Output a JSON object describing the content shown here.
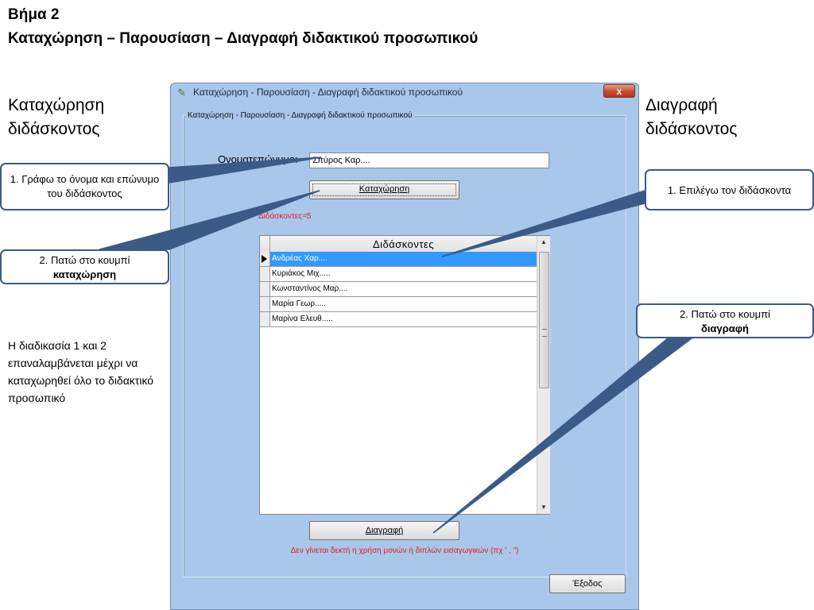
{
  "slide": {
    "heading_line1": "Βήμα 2",
    "heading_line2": "Καταχώρηση – Παρουσίαση – Διαγραφή διδακτικού προσωπικού",
    "left_title_line1": "Καταχώρηση",
    "left_title_line2": "διδάσκοντος",
    "right_title_line1": "Διαγραφή",
    "right_title_line2": "διδάσκοντος",
    "note": "Η διαδικασία 1 και 2 επαναλαμβάνεται μέχρι να καταχωρηθεί όλο το διδακτικό προσωπικό"
  },
  "callouts": {
    "left_step1": "1. Γράφω το όνομα και επώνυμο του διδάσκοντος",
    "left_step2_prefix": "2. Πατώ στο κουμπί",
    "left_step2_bold": "καταχώρηση",
    "right_step1": "1. Επιλέγω τον διδάσκοντα",
    "right_step2_prefix": "2. Πατώ στο κουμπί",
    "right_step2_bold": "διαγραφή"
  },
  "window": {
    "title": "Καταχώρηση - Παρουσίαση - Διαγραφή διδακτικού προσωπικού",
    "close_label": "x",
    "group_label": "Καταχώρηση - Παρουσίαση - Διαγραφή διδακτικού προσωπικού",
    "name_label": "Ονοματεπώνυμο:",
    "name_value": "Σπύρος Καρ....",
    "register_button": "Καταχώρηση",
    "count_label": "Διδάσκοντες=5",
    "grid_header": "Διδάσκοντες",
    "teachers": [
      "Ανδρέας Χαρ....",
      "Κυριάκος Μιχ.....",
      "Κωνσταντίνος Μαρ....",
      "Μαρία Γεωρ.....",
      "Μαρίνα Ελευθ....."
    ],
    "selected_index": 0,
    "delete_button": "Διαγραφή",
    "warning": "Δεν γίνεται δεκτή η χρήση μονών ή διπλών εισαγωγικών (πχ ' , \")",
    "exit_button": "Έξοδος"
  },
  "colors": {
    "window_bg": "#a9c7ea",
    "callout_border": "#3c5a86",
    "selection": "#3399ff",
    "warning_text": "#e0201c"
  }
}
